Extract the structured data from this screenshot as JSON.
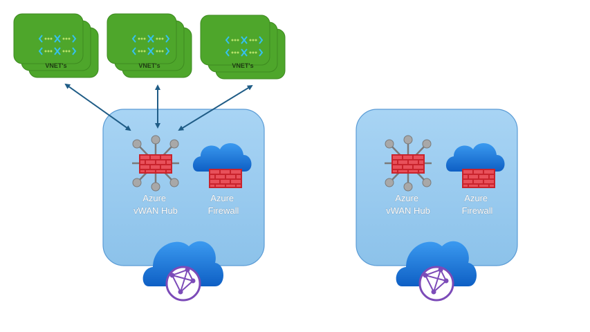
{
  "vnet_groups": [
    {
      "label": "VNET's"
    },
    {
      "label": "VNET's"
    },
    {
      "label": "VNET's"
    }
  ],
  "hubs": [
    {
      "hub_label": [
        "Azure",
        "vWAN Hub"
      ],
      "firewall_label": [
        "Azure",
        "Firewall"
      ]
    },
    {
      "hub_label": [
        "Azure",
        "vWAN Hub"
      ],
      "firewall_label": [
        "Azure",
        "Firewall"
      ]
    }
  ],
  "colors": {
    "vnet_green": "#4ea62b",
    "vnet_border": "#3d8a20",
    "hub_fill": "#9cccf0",
    "hub_border": "#5a9bd5",
    "arrow": "#1f5c86",
    "firewall_red": "#d32f36",
    "cloud_blue": "#1a73d8"
  },
  "icons": [
    "vnet-icon",
    "vwan-hub-icon",
    "firewall-icon",
    "cloud-firewall-icon",
    "virtual-wan-icon"
  ]
}
